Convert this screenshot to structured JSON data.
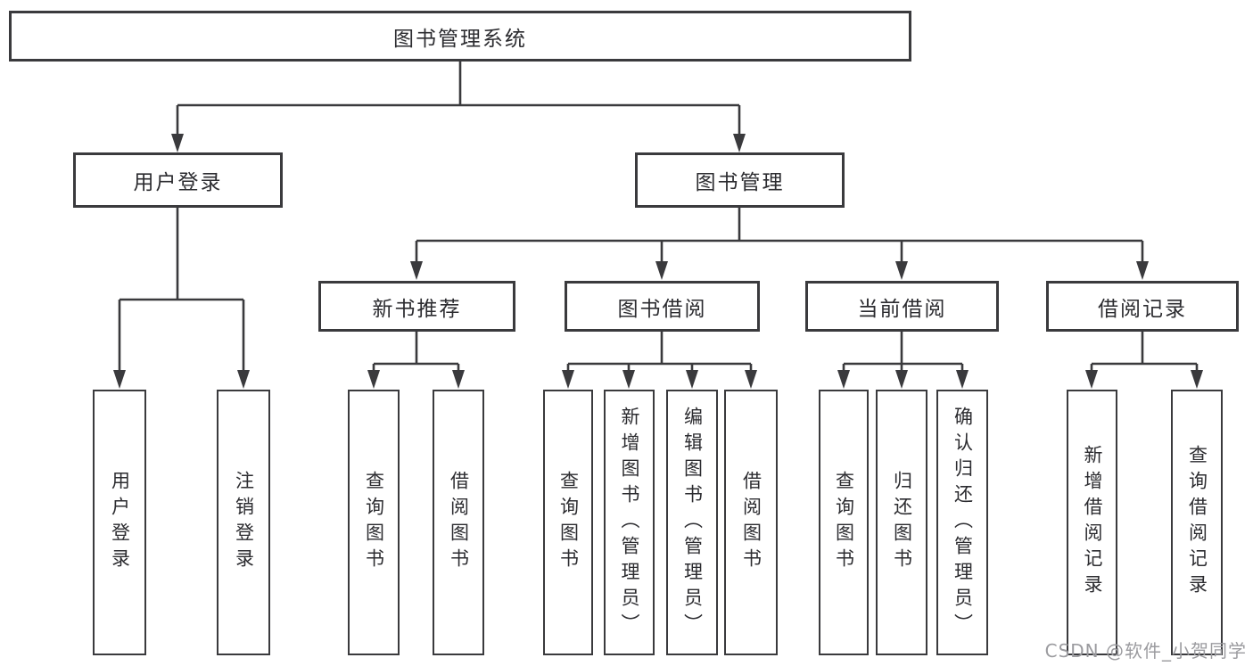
{
  "diagram": {
    "root": {
      "label": "图书管理系统"
    },
    "branches": [
      {
        "label": "用户登录",
        "children": [
          {
            "label": "用户登录"
          },
          {
            "label": "注销登录"
          }
        ]
      },
      {
        "label": "图书管理",
        "children": [
          {
            "label": "新书推荐",
            "children": [
              {
                "label": "查询图书"
              },
              {
                "label": "借阅图书"
              }
            ]
          },
          {
            "label": "图书借阅",
            "children": [
              {
                "label": "查询图书"
              },
              {
                "label": "新增图书（管理员）"
              },
              {
                "label": "编辑图书（管理员）"
              },
              {
                "label": "借阅图书"
              }
            ]
          },
          {
            "label": "当前借阅",
            "children": [
              {
                "label": "查询图书"
              },
              {
                "label": "归还图书"
              },
              {
                "label": "确认归还（管理员）"
              }
            ]
          },
          {
            "label": "借阅记录",
            "children": [
              {
                "label": "新增借阅记录"
              },
              {
                "label": "查询借阅记录"
              }
            ]
          }
        ]
      }
    ]
  },
  "watermark": {
    "text": "CSDN @软件_小贺同学",
    "color": "#9b9b9f"
  },
  "colors": {
    "line": "#3a3a3d",
    "border": "#3a3a3d",
    "text": "#2c2c30",
    "background": "#ffffff"
  }
}
